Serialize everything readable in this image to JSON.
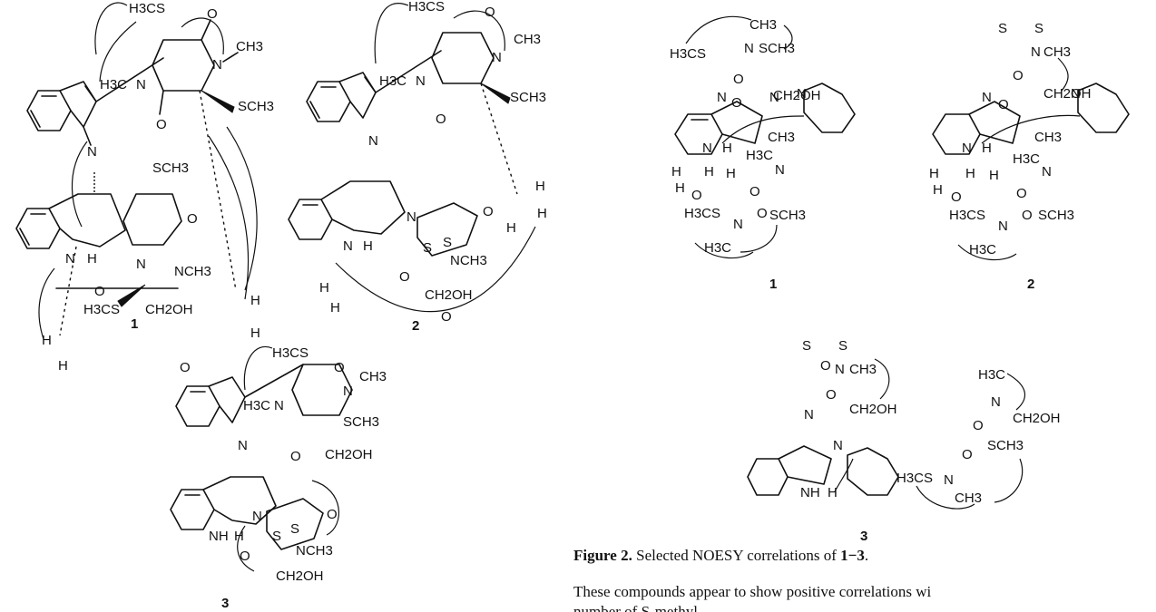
{
  "figure1": {
    "compound_labels": [
      "1",
      "2",
      "3"
    ]
  },
  "figure2": {
    "compound_labels": [
      "1",
      "2",
      "3"
    ],
    "caption_label": "Figure 2.",
    "caption_text_a": " Selected NOESY correlations of ",
    "caption_bold_range": "1−3",
    "caption_end": "."
  },
  "body": {
    "line1": "These compounds appear to show positive correlations wi",
    "line2": "number of S-methyl"
  },
  "atom_labels": {
    "h3cs": "H3CS",
    "sch3": "SCH3",
    "nch3": "NCH3",
    "ch3": "CH3",
    "h3c": "H3C",
    "ch2oh": "CH2OH",
    "n": "N",
    "nh": "NH",
    "h": "H",
    "o": "O",
    "s": "S"
  }
}
